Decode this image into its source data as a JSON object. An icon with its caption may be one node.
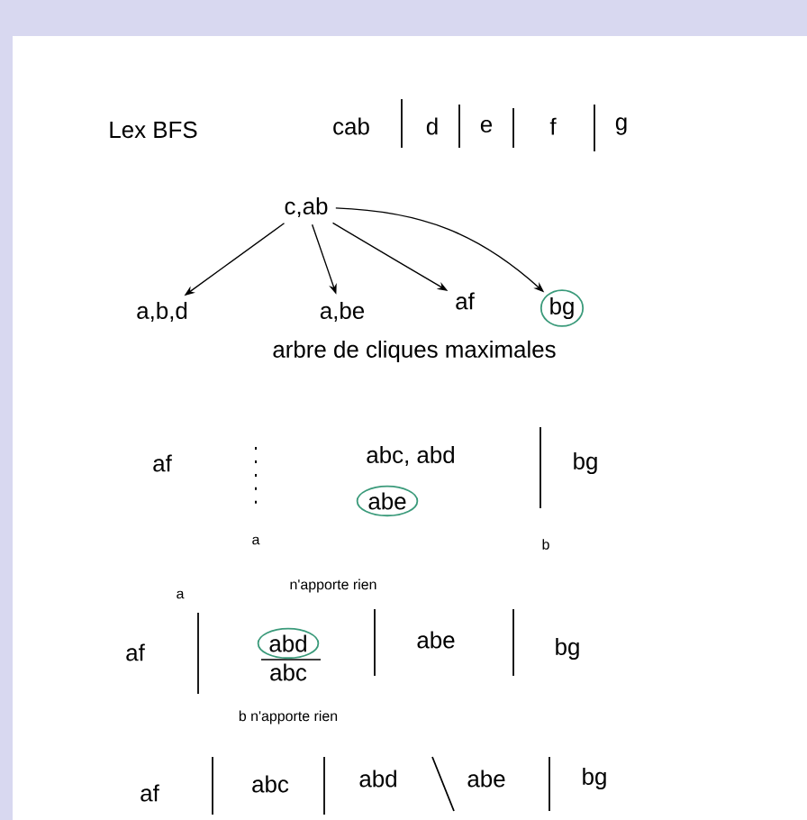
{
  "diagram": {
    "nodes": [
      {
        "text": [
          "c,ab"
        ]
      },
      {
        "text": [
          "a,b,d"
        ]
      },
      {
        "text": [
          "a,be"
        ]
      },
      {
        "text": [
          "af"
        ]
      },
      {
        "text": [
          "bg"
        ]
      },
      {
        "text": [
          "abe"
        ]
      },
      {
        "text": [
          "abd"
        ]
      }
    ],
    "edges": [
      {
        "from": 0,
        "to": 1,
        "arrow": "to"
      },
      {
        "from": 0,
        "to": 2,
        "arrow": "to"
      },
      {
        "from": 0,
        "to": 3,
        "arrow": "to"
      },
      {
        "from": 0,
        "to": 4,
        "arrow": "to"
      }
    ],
    "labels": [
      "Lex BFS",
      "cab",
      "d",
      "e",
      "f",
      "g",
      "arbre de cliques maximales",
      "af",
      "abc, abd",
      "bg",
      "a",
      "b",
      "a",
      "n'apporte rien",
      "af",
      "abc",
      "abe",
      "bg",
      "b n'apporte rien",
      "af",
      "abc",
      "abd",
      "abe",
      "bg"
    ]
  }
}
